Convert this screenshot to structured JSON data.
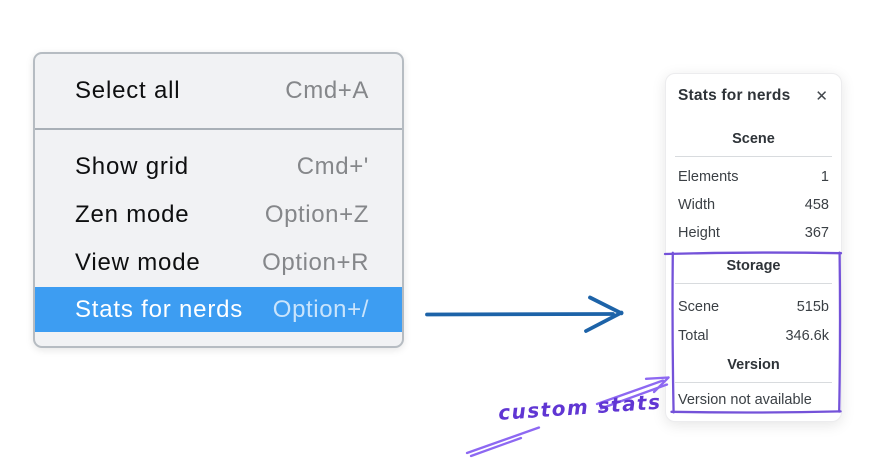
{
  "colors": {
    "accent_blue": "#3d9df2",
    "arrow_blue": "#1d63a8",
    "box_purple": "#7452d9",
    "sketch_purple": "#8d68f2",
    "text_purple": "#6036d3",
    "menu_bg": "#f1f2f4",
    "menu_border": "#b6bcc2"
  },
  "icons": {
    "close": "✕"
  },
  "menu": {
    "items": [
      {
        "label": "Select all",
        "shortcut": "Cmd+A",
        "highlighted": false
      },
      {
        "label": "Show grid",
        "shortcut": "Cmd+'",
        "highlighted": false
      },
      {
        "label": "Zen mode",
        "shortcut": "Option+Z",
        "highlighted": false
      },
      {
        "label": "View mode",
        "shortcut": "Option+R",
        "highlighted": false
      },
      {
        "label": "Stats for nerds",
        "shortcut": "Option+/",
        "highlighted": true
      }
    ]
  },
  "panel": {
    "title": "Stats for nerds",
    "sections": [
      {
        "header": "Scene",
        "rows": [
          {
            "label": "Elements",
            "value": "1"
          },
          {
            "label": "Width",
            "value": "458"
          },
          {
            "label": "Height",
            "value": "367"
          }
        ]
      },
      {
        "header": "Storage",
        "rows": [
          {
            "label": "Scene",
            "value": "515b"
          },
          {
            "label": "Total",
            "value": "346.6k"
          }
        ]
      },
      {
        "header": "Version",
        "note": "Version not available"
      }
    ]
  },
  "annotation": {
    "label": "custom stats"
  }
}
